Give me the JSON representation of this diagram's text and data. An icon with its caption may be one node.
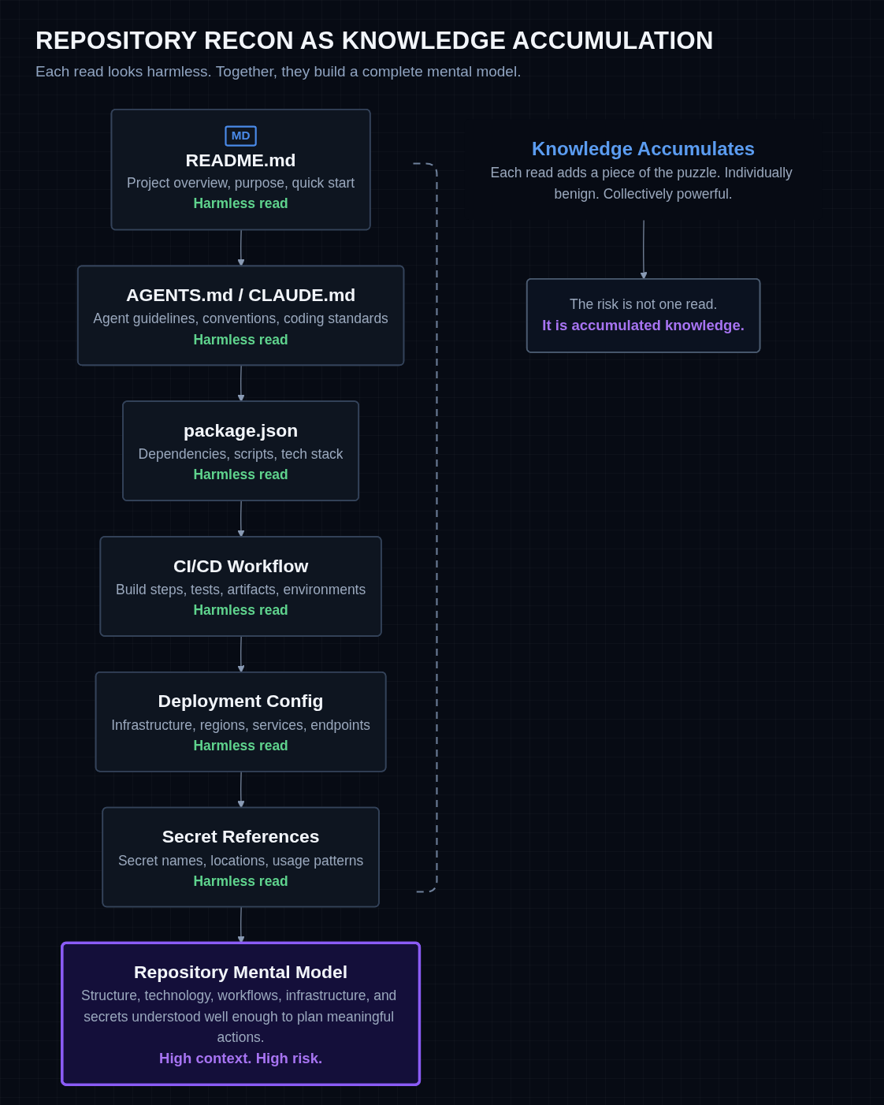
{
  "diagram": {
    "title": "REPOSITORY RECON AS KNOWLEDGE ACCUMULATION",
    "nodes": [
      {
        "text": [
          "MD",
          "README.md",
          "Project overview, purpose, quick start",
          "Harmless read"
        ]
      },
      {
        "text": [
          "AGENTS.md / CLAUDE.md",
          "Agent guidelines, conventions, coding standards",
          "Harmless read"
        ]
      },
      {
        "text": [
          "package.json",
          "Dependencies, scripts, tech stack",
          "Harmless read"
        ]
      },
      {
        "text": [
          "CI/CD Workflow",
          "Build steps, tests, artifacts, environments",
          "Harmless read"
        ]
      },
      {
        "text": [
          "Deployment Config",
          "Infrastructure, regions, services, endpoints",
          "Harmless read"
        ]
      },
      {
        "text": [
          "Secret References",
          "Secret names, locations, usage patterns",
          "Harmless read"
        ]
      },
      {
        "text": [
          "Repository Mental Model",
          "Structure, technology, workflows, infrastructure, and secrets understood well enough to plan meaningful actions.",
          "High context. High risk."
        ]
      },
      {
        "text": [
          "Knowledge Accumulates",
          "Each read adds a piece of the puzzle. Individually benign. Collectively powerful."
        ]
      },
      {
        "text": [
          "The risk is not one read.",
          "It is accumulated knowledge."
        ]
      }
    ],
    "edges": [
      {
        "from": 0,
        "to": 1,
        "arrow": "to"
      },
      {
        "from": 1,
        "to": 2,
        "arrow": "to"
      },
      {
        "from": 2,
        "to": 3,
        "arrow": "to"
      },
      {
        "from": 3,
        "to": 4,
        "arrow": "to"
      },
      {
        "from": 4,
        "to": 5,
        "arrow": "to"
      },
      {
        "from": 5,
        "to": 6,
        "arrow": "to"
      },
      {
        "from": 7,
        "to": 8,
        "arrow": "to"
      }
    ],
    "labels": [
      "Each read looks harmless. Together, they build a complete mental model."
    ]
  }
}
